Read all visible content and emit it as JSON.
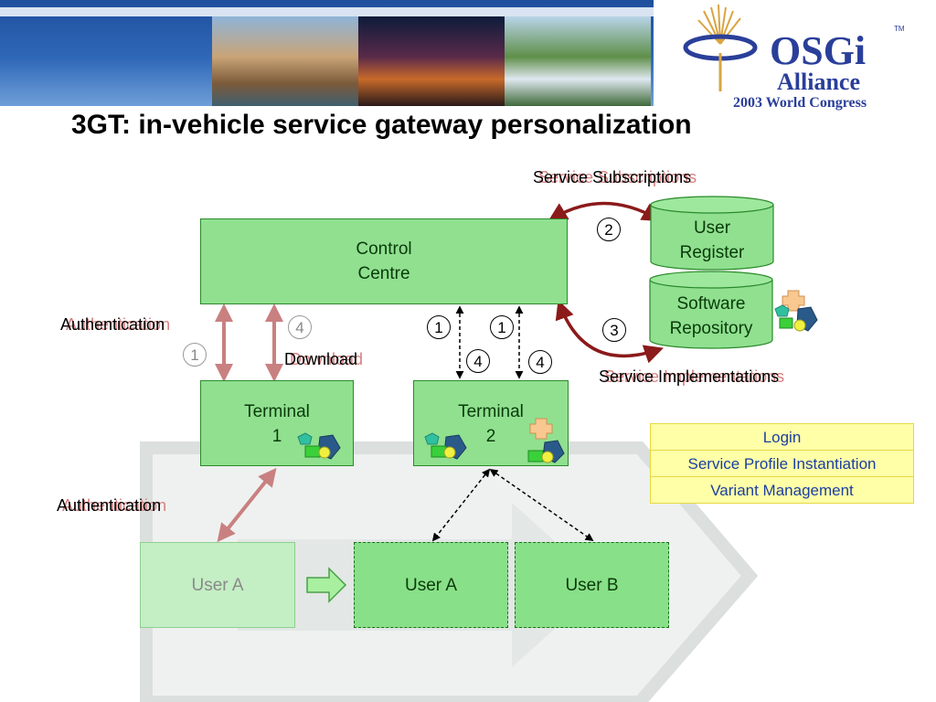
{
  "title": "3GT: in-vehicle service gateway personalization",
  "logo": {
    "name": "OSGi",
    "line2": "Alliance",
    "line3": "2003 World Congress",
    "trademark": "TM"
  },
  "nodes": {
    "control_centre": [
      "Control",
      "Centre"
    ],
    "user_register": [
      "User",
      "Register"
    ],
    "software_repository": [
      "Software",
      "Repository"
    ],
    "terminal1": [
      "Terminal",
      "1"
    ],
    "terminal2": [
      "Terminal",
      "2"
    ],
    "user_a_faded": "User A",
    "user_a": "User A",
    "user_b": "User B"
  },
  "labels": {
    "service_subscriptions": "Service Subscriptions",
    "service_implementations": "Service Implementations",
    "authentication_top": "Authentication",
    "authentication_bottom": "Authentication",
    "download": "Download"
  },
  "step_numbers": {
    "t1_auth": "1",
    "t1_download": "4",
    "t2_left_up": "1",
    "t2_right_up": "1",
    "t2_left_down": "4",
    "t2_right_down": "4",
    "subscriptions": "2",
    "implementations": "3"
  },
  "legend": [
    "Login",
    "Service Profile Instantiation",
    "Variant Management"
  ],
  "colors": {
    "box_fill": "#90e090",
    "box_border": "#2a8a2a",
    "arrow_red": "#c0392b",
    "ghost_text": "#d98080",
    "legend_fill": "#ffffa8",
    "legend_text": "#1b3fa0",
    "header_blue": "#2f68b8"
  }
}
